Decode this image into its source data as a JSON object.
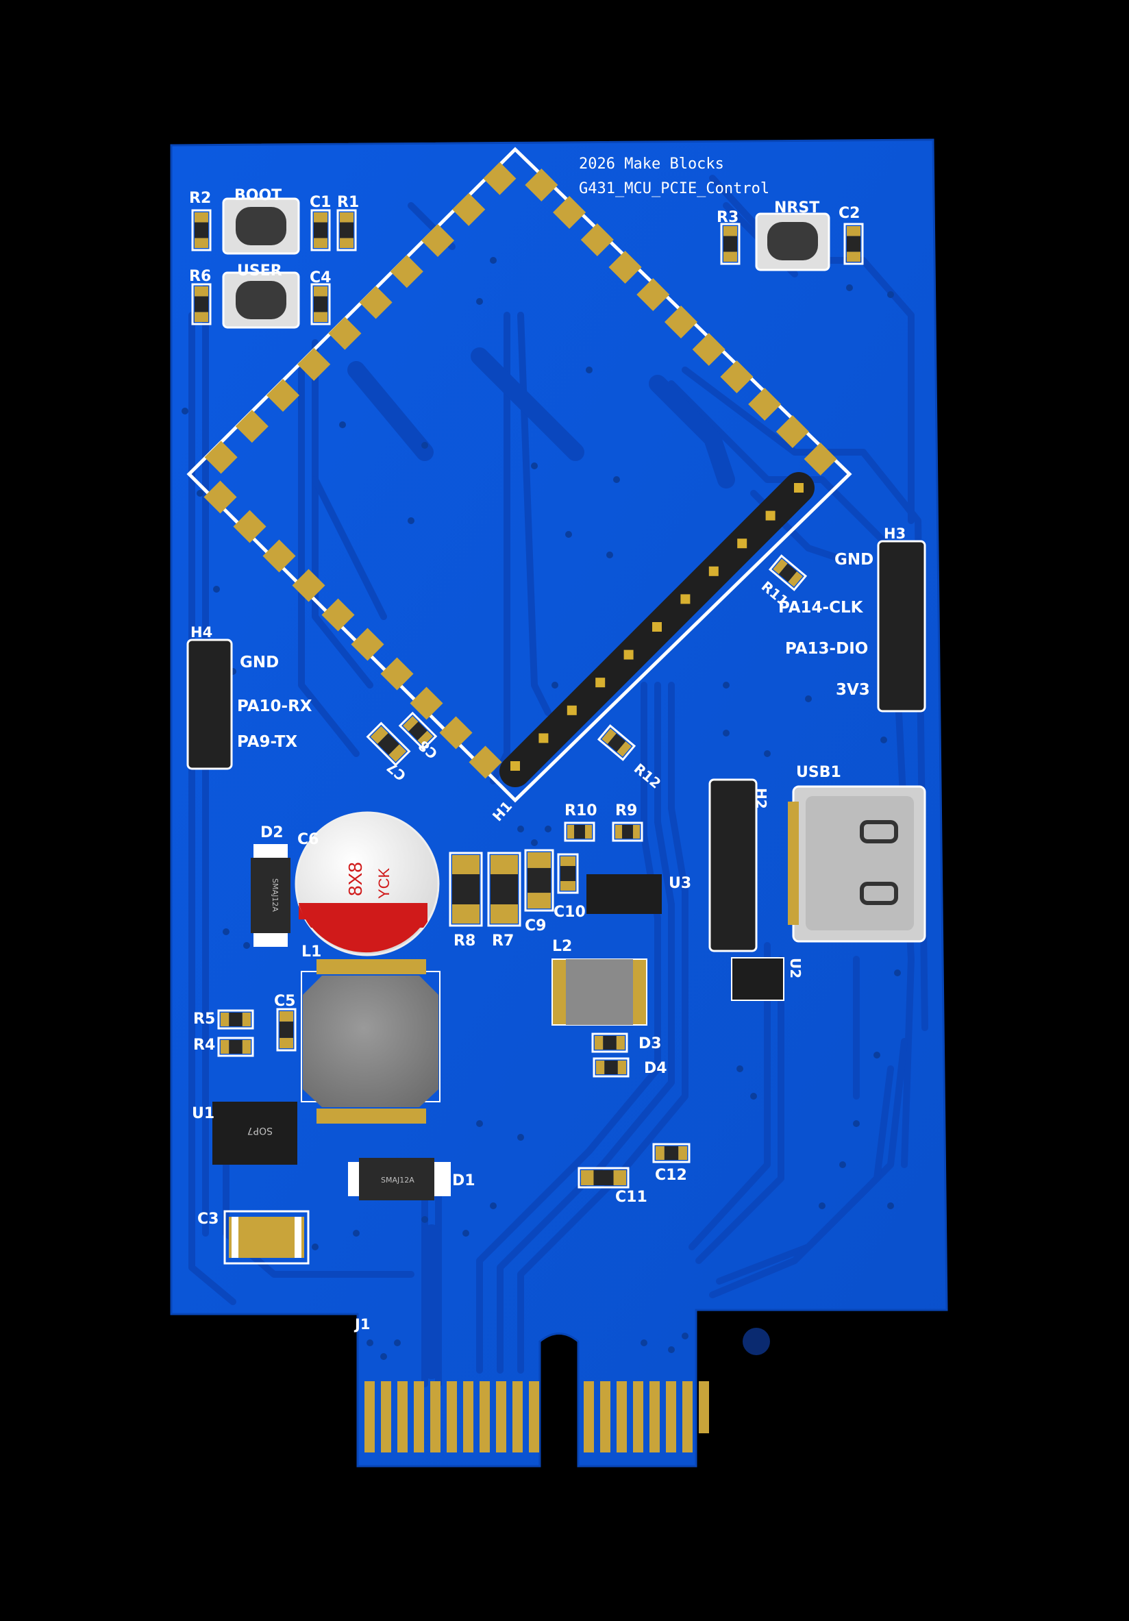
{
  "colors": {
    "background": "#000000",
    "board": "#0b56d8",
    "board_dark": "#0846b8",
    "trace": "#0a49c4",
    "pad": "#c9a43a",
    "silkscreen": "#ffffff",
    "chip": "#1d1d1d",
    "header": "#222222",
    "cap_red": "#d01a1a"
  },
  "board_text": {
    "line1": "2026 Make Blocks",
    "line2": "G431_MCU_PCIE_Control"
  },
  "labels": {
    "R2": "R2",
    "BOOT": "BOOT",
    "C1": "C1",
    "R1": "R1",
    "R6": "R6",
    "USER": "USER",
    "C4": "C4",
    "R3": "R3",
    "NRST": "NRST",
    "C2": "C2",
    "H3": "H3",
    "H4": "H4",
    "H1": "H1",
    "H2": "H2",
    "R11": "R11",
    "R12": "R12",
    "C7": "C7",
    "C8": "C8",
    "D2": "D2",
    "C6": "C6",
    "L1": "L1",
    "R5": "R5",
    "R4": "R4",
    "C5": "C5",
    "U1": "U1",
    "C3": "C3",
    "D1": "D1",
    "R10": "R10",
    "R9": "R9",
    "R8": "R8",
    "R7": "R7",
    "C9": "C9",
    "C10": "C10",
    "U3": "U3",
    "L2": "L2",
    "D3": "D3",
    "D4": "D4",
    "C11": "C11",
    "C12": "C12",
    "USB1": "USB1",
    "U2": "U2",
    "J1": "J1"
  },
  "pins_h3": [
    "GND",
    "PA14-CLK",
    "PA13-DIO",
    "3V3"
  ],
  "pins_h4": [
    "GND",
    "PA10-RX",
    "PA9-TX"
  ],
  "capacitor_marking": {
    "size": "8X8",
    "brand": "YCK"
  },
  "chip_markings": {
    "d2": "SMAJ12A",
    "d1": "SMAJ12A",
    "u1": "SOP7",
    "u2": ""
  }
}
